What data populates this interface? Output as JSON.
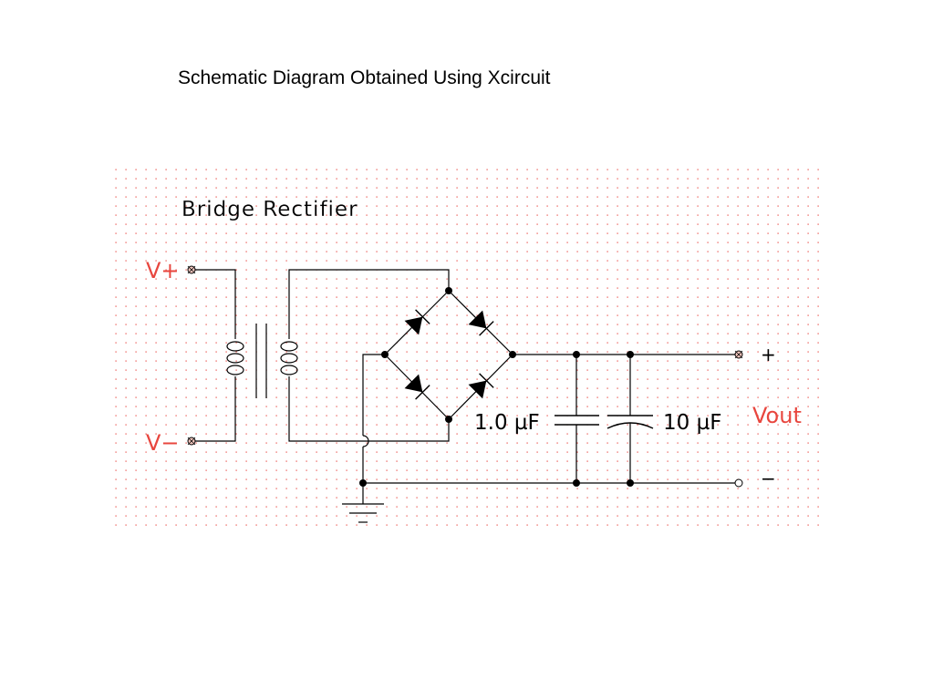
{
  "page": {
    "title": "Schematic Diagram Obtained Using Xcircuit"
  },
  "schematic": {
    "title": "Bridge Rectifier",
    "labels": {
      "v_plus": "V+",
      "v_minus": "V−",
      "out_plus": "+",
      "out_minus": "−",
      "vout": "Vout",
      "cap1": "1.0 µF",
      "cap2": "10 µF"
    },
    "colors": {
      "grid": "#e8463e",
      "wire": "#000000",
      "label_red": "#e8463e",
      "terminal_fill": "#f4c8c0"
    }
  }
}
